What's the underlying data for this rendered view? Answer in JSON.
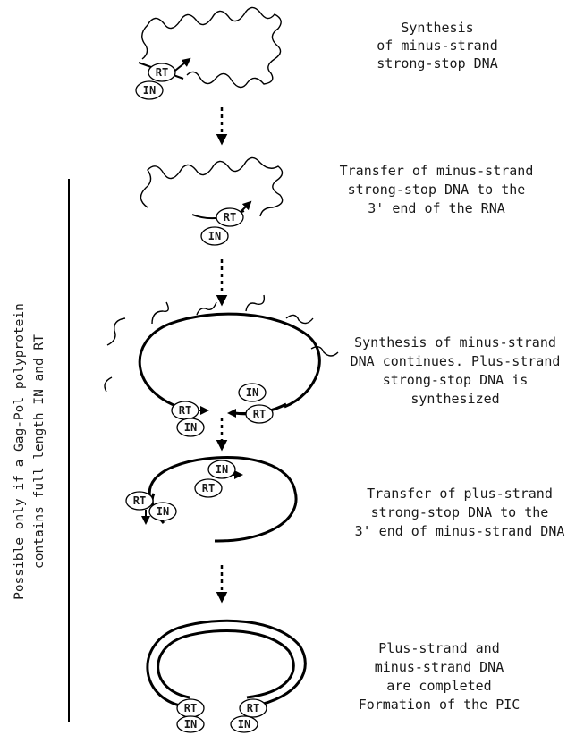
{
  "steps": [
    {
      "lines": [
        "Synthesis",
        "of minus-strand",
        "strong-stop DNA"
      ]
    },
    {
      "lines": [
        "Transfer of minus-strand",
        "strong-stop DNA to the",
        "3' end of the RNA"
      ]
    },
    {
      "lines": [
        "Synthesis of minus-strand",
        "DNA continues. Plus-strand",
        "strong-stop DNA is",
        "synthesized"
      ]
    },
    {
      "lines": [
        "Transfer of plus-strand",
        "strong-stop DNA to the",
        "3' end of minus-strand DNA"
      ]
    },
    {
      "lines": [
        "Plus-strand and",
        "minus-strand DNA",
        "are completed",
        "Formation of the PIC"
      ]
    }
  ],
  "side_note": {
    "lines": [
      "Possible only if a Gag-Pol polyprotein",
      "contains full length IN and RT"
    ]
  },
  "labels": {
    "rt": "RT",
    "in": "IN"
  }
}
